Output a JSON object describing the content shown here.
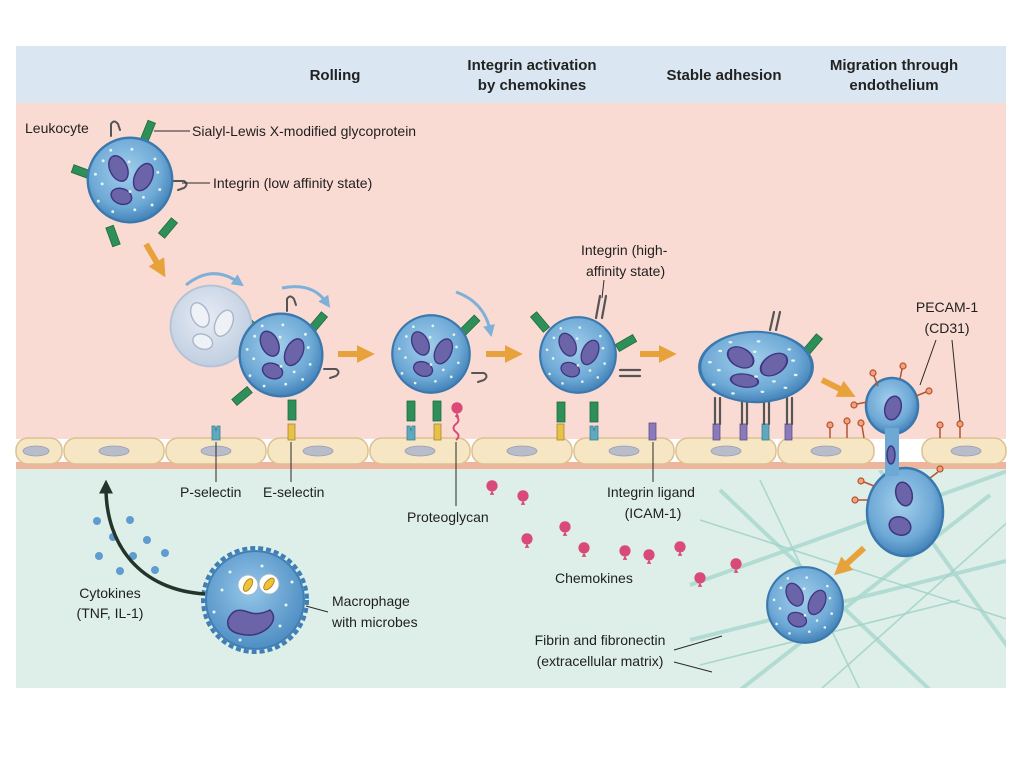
{
  "stages": {
    "rolling": "Rolling",
    "integrin_activation": [
      "Integrin activation",
      "by chemokines"
    ],
    "stable_adhesion": "Stable adhesion",
    "migration": [
      "Migration through",
      "endothelium"
    ]
  },
  "labels": {
    "leukocyte": "Leukocyte",
    "sialyl": "Sialyl-Lewis X-modified glycoprotein",
    "integrin_low": "Integrin (low affinity state)",
    "integrin_high": [
      "Integrin (high-",
      "affinity state)"
    ],
    "pecam": [
      "PECAM-1",
      "(CD31)"
    ],
    "p_selectin": "P-selectin",
    "e_selectin": "E-selectin",
    "proteoglycan": "Proteoglycan",
    "integrin_ligand": [
      "Integrin ligand",
      "(ICAM-1)"
    ],
    "chemokines": "Chemokines",
    "cytokines": [
      "Cytokines",
      "(TNF, IL-1)"
    ],
    "macrophage": [
      "Macrophage",
      "with microbes"
    ],
    "fibrin": [
      "Fibrin and fibronectin",
      "(extracellular matrix)"
    ]
  },
  "colors": {
    "header": "#dae6f1",
    "lumen": "#fadbd3",
    "tissue": "#ddefe8",
    "endothelium": "#f6e6c3",
    "arrow": "#e8a23c",
    "chemokine": "#d94a78"
  }
}
